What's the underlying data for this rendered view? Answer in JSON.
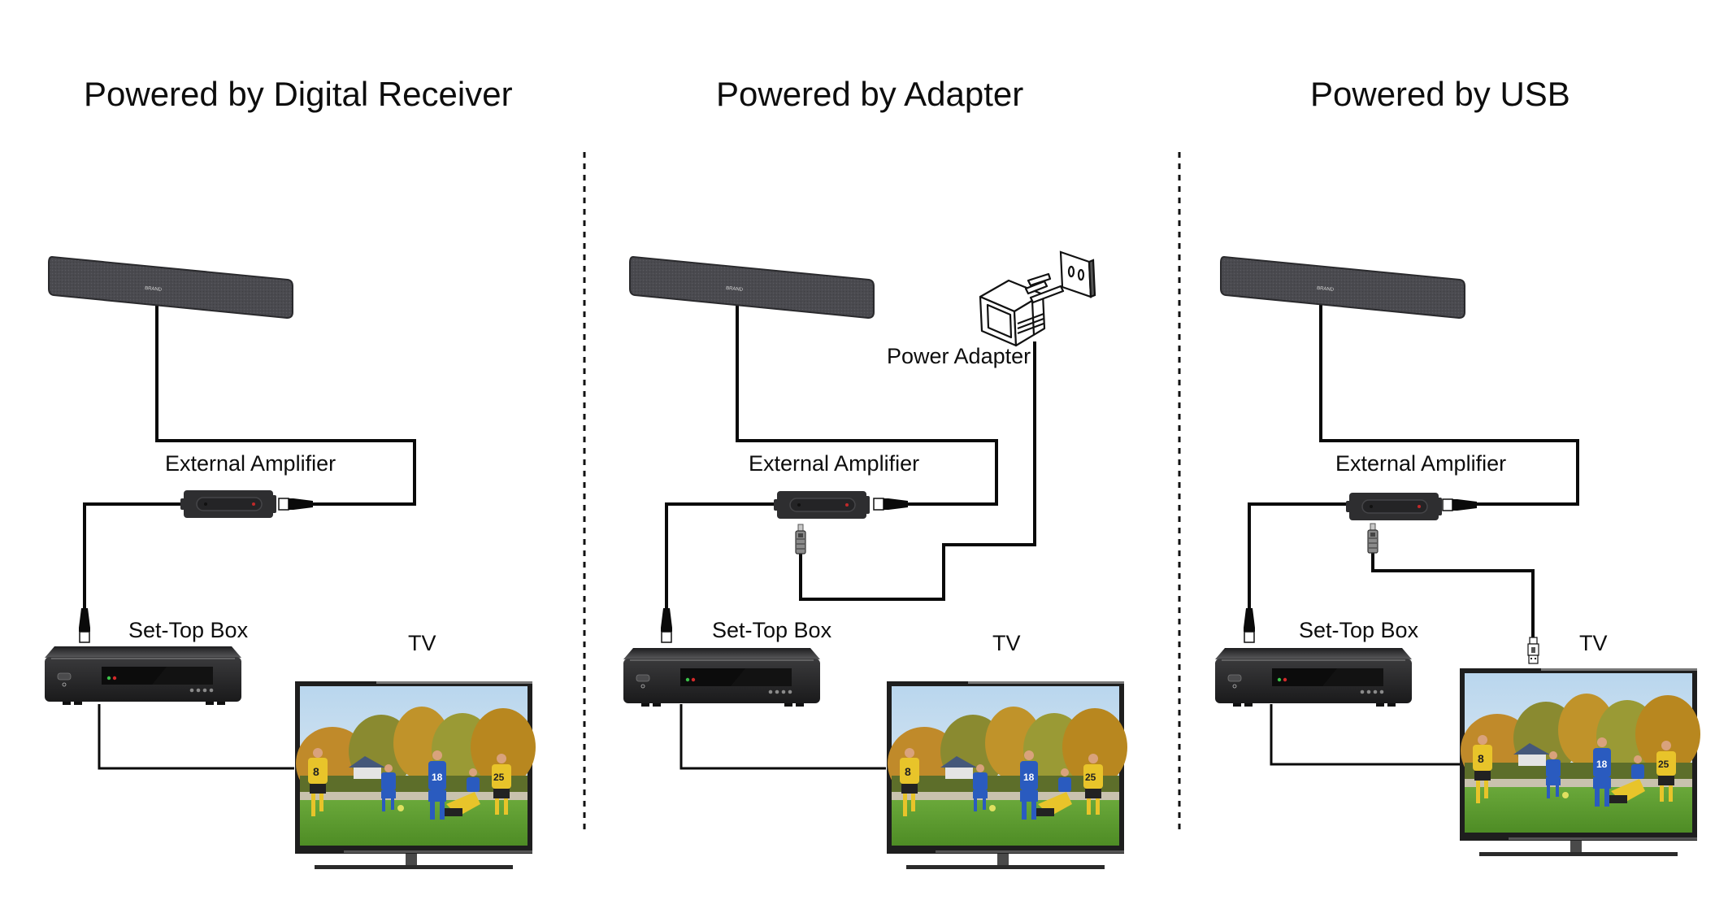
{
  "sections": [
    {
      "id": "digital-receiver",
      "title": "Powered by Digital Receiver",
      "labels": {
        "amplifier": "External Amplifier",
        "set_top_box": "Set-Top Box",
        "tv": "TV"
      },
      "power_source": "Set-Top Box"
    },
    {
      "id": "adapter",
      "title": "Powered by Adapter",
      "labels": {
        "amplifier": "External Amplifier",
        "set_top_box": "Set-Top Box",
        "tv": "TV",
        "power_adapter": "Power Adapter"
      },
      "power_source": "Power Adapter"
    },
    {
      "id": "usb",
      "title": "Powered by USB",
      "labels": {
        "amplifier": "External Amplifier",
        "set_top_box": "Set-Top Box",
        "tv": "TV"
      },
      "power_source": "USB"
    }
  ],
  "colors": {
    "background": "#ffffff",
    "cable": "#0a0a0a",
    "antenna": "#4a4a4f",
    "device_body": "#2b2b2d",
    "led_green": "#3cc24a",
    "led_red": "#d42a2a",
    "tv_bezel": "#222222",
    "sky": "#c9dff0",
    "grass": "#5c9e2e",
    "trees": "#b5871f",
    "jersey_yellow": "#e8c42a",
    "jersey_blue": "#2a5bbf"
  },
  "icons": [
    "antenna-icon",
    "amplifier-icon",
    "coax-plug-icon",
    "dc-plug-icon",
    "usb-plug-icon",
    "set-top-box-icon",
    "tv-icon",
    "power-adapter-icon",
    "wall-socket-icon"
  ]
}
